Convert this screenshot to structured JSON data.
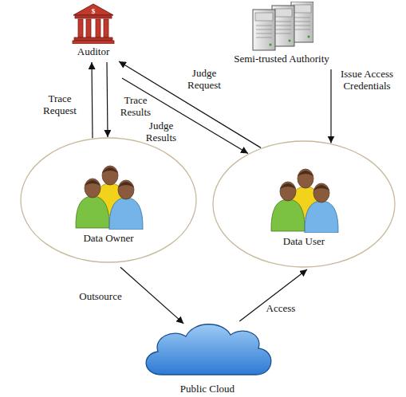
{
  "diagram": {
    "nodes": [
      {
        "text": [
          "Auditor"
        ]
      },
      {
        "text": [
          "Semi-trusted Authority"
        ]
      },
      {
        "text": [
          "Data Owner"
        ]
      },
      {
        "text": [
          "Data User"
        ]
      },
      {
        "text": [
          "Public Cloud"
        ]
      }
    ],
    "edges": [
      {
        "from": 2,
        "to": 0,
        "label": "Trace Request",
        "arrow": "to"
      },
      {
        "from": 0,
        "to": 2,
        "label": "Trace Results",
        "arrow": "to"
      },
      {
        "from": 3,
        "to": 0,
        "label": "Judge Request",
        "arrow": "to"
      },
      {
        "from": 0,
        "to": 3,
        "label": "Judge Results",
        "arrow": "to"
      },
      {
        "from": 1,
        "to": 3,
        "label": "Issue Access Credentials",
        "arrow": "to"
      },
      {
        "from": 2,
        "to": 4,
        "label": "Outsource",
        "arrow": "to"
      },
      {
        "from": 4,
        "to": 3,
        "label": "Access",
        "arrow": "to"
      }
    ],
    "labels": [
      "$"
    ]
  }
}
